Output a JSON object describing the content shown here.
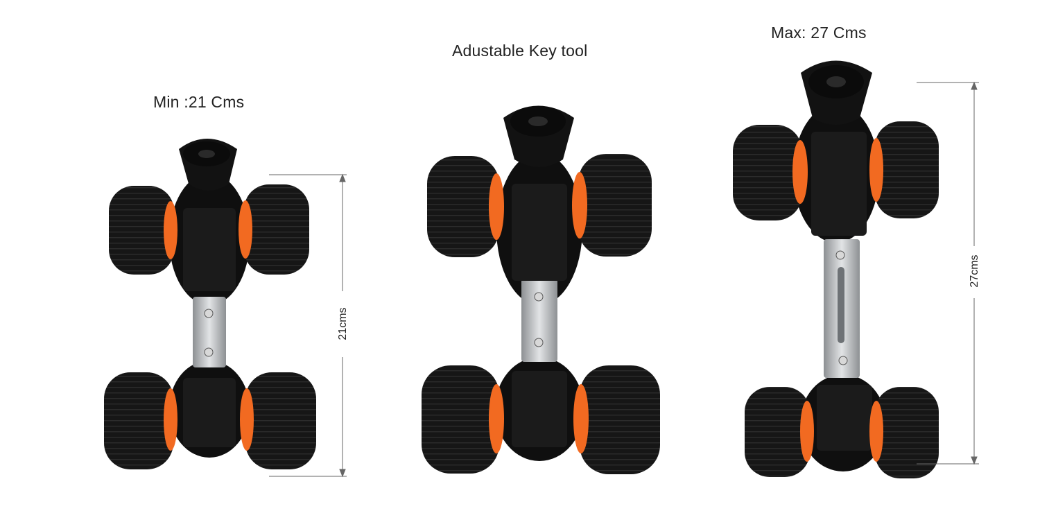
{
  "labels": {
    "min": "Min :21 Cms",
    "center": "Adustable Key tool",
    "max": "Max: 27 Cms"
  },
  "dimensions": {
    "min": "21cms",
    "max": "27cms"
  },
  "colors": {
    "wheel": "#121212",
    "rim": "#f26a21",
    "metal": "#b9bcbf",
    "line": "#666666"
  }
}
